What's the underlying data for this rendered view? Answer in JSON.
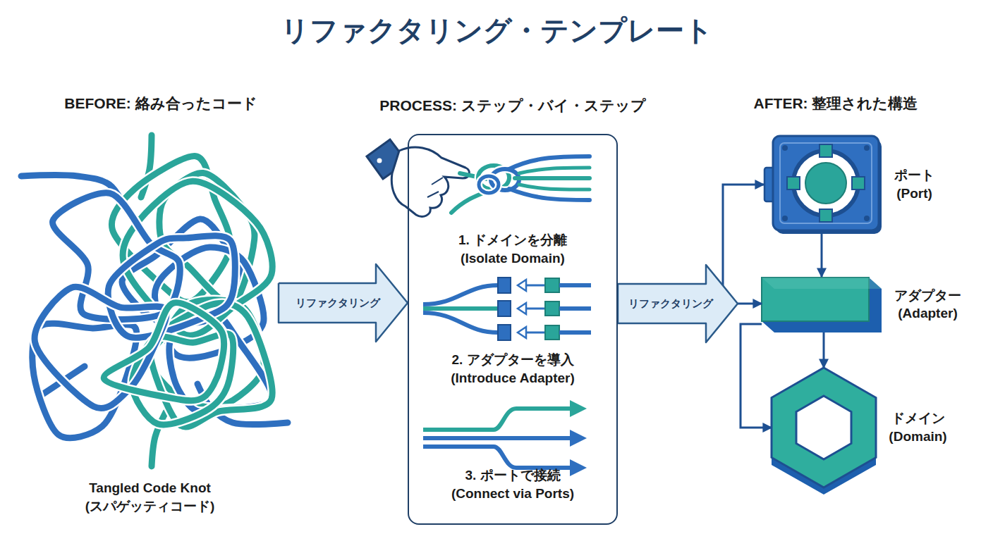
{
  "diagram": {
    "title": "リファクタリング・テンプレート",
    "nodes": [
      {
        "text": [
          "Tangled Code Knot (スパゲッティコード)"
        ]
      },
      {
        "text": [
          "PROCESS: ステップ・バイ・ステップ"
        ]
      },
      {
        "text": [
          "1. ドメインを分離 (Isolate Domain)"
        ],
        "in": 1
      },
      {
        "text": [
          "2. アダプターを導入 (Introduce Adapter)"
        ],
        "in": 1
      },
      {
        "text": [
          "3. ポートで接続 (Connect via Ports)"
        ],
        "in": 1
      },
      {
        "text": [
          "ポート (Port)"
        ]
      },
      {
        "text": [
          "アダプター (Adapter)"
        ]
      },
      {
        "text": [
          "ドメイン (Domain)"
        ]
      }
    ],
    "edges": [
      {
        "from": 0,
        "to": 1,
        "arrow": "to",
        "label": "リファクタリング"
      },
      {
        "from": 1,
        "to": 5,
        "arrow": "to"
      },
      {
        "from": 1,
        "to": 6,
        "arrow": "to",
        "label": "リファクタリング"
      },
      {
        "from": 5,
        "to": 6,
        "arrow": "to"
      },
      {
        "from": 6,
        "to": 7,
        "arrow": "to"
      },
      {
        "from": 6,
        "to": 7,
        "arrow": "to"
      }
    ],
    "labels": [
      "BEFORE: 絡み合ったコード",
      "AFTER: 整理された構造"
    ]
  }
}
